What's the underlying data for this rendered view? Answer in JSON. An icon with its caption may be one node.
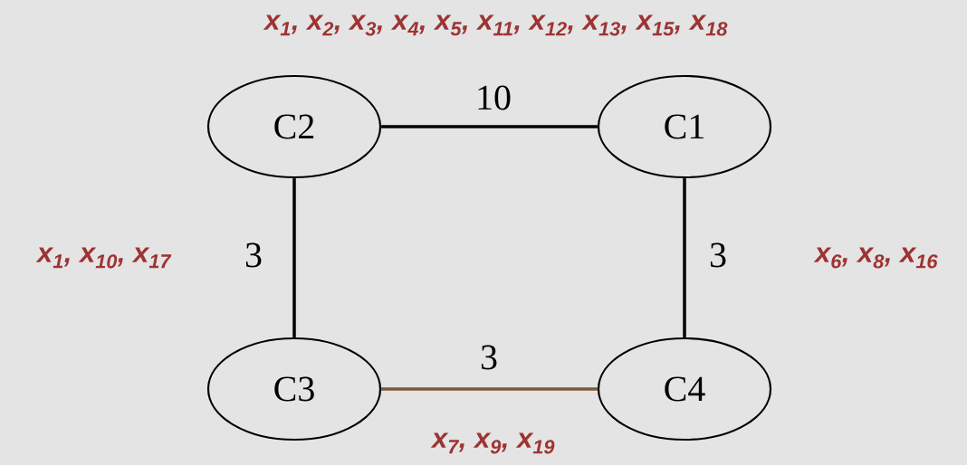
{
  "diagram": {
    "nodes": [
      {
        "text": [
          "C2"
        ]
      },
      {
        "text": [
          "C1"
        ]
      },
      {
        "text": [
          "C3"
        ]
      },
      {
        "text": [
          "C4"
        ]
      }
    ],
    "edges": [
      {
        "from": 0,
        "to": 1,
        "arrow": "none",
        "label": "10"
      },
      {
        "from": 0,
        "to": 2,
        "arrow": "none",
        "label": "3"
      },
      {
        "from": 1,
        "to": 3,
        "arrow": "none",
        "label": "3"
      },
      {
        "from": 2,
        "to": 3,
        "arrow": "none",
        "label": "3",
        "color": "#7a5a3a"
      }
    ],
    "labels": [
      "x$_{1}$, x$_{2}$, x$_{3}$, x$_{4}$, x$_{5}$, x$_{11}$, x$_{12}$, x$_{13}$, x$_{15}$, x$_{18}$",
      "x$_{1}$, x$_{10}$, x$_{17}$",
      "x$_{6}$, x$_{8}$, x$_{16}$",
      "x$_{7}$, x$_{9}$, x$_{19}$"
    ]
  }
}
